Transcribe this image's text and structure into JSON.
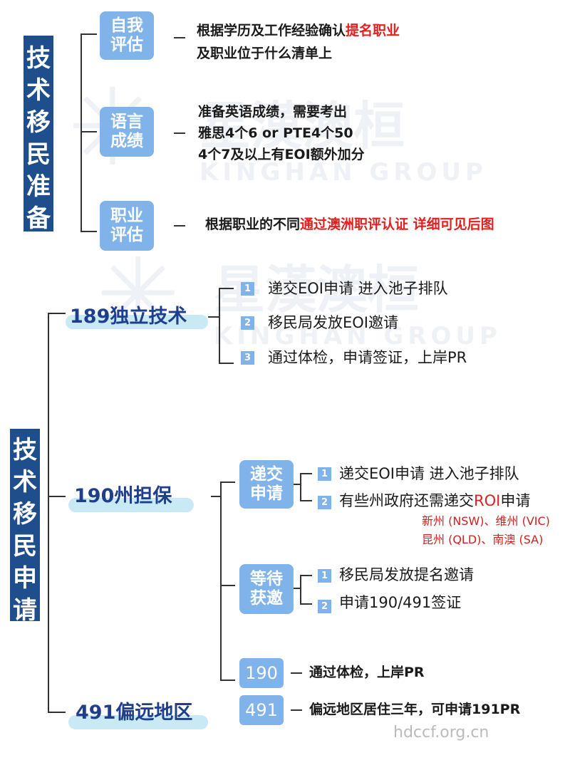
{
  "watermark": {
    "cn": "星漢澳桓",
    "en": "KINGHAN GROUP"
  },
  "section1": {
    "title_chars": [
      "技",
      "术",
      "移",
      "民",
      "准",
      "备"
    ],
    "items": [
      {
        "label_lines": [
          "自我",
          "评估"
        ],
        "text_line1_a": "根据学历及工作经验确认",
        "text_line1_b": "提名职业",
        "text_line2": "及职业位于什么清单上"
      },
      {
        "label_lines": [
          "语言",
          "成绩"
        ],
        "text_line1": "准备英语成绩，需要考出",
        "text_line2": "雅思4个6 or PTE4个50",
        "text_line3": "4个7及以上有EOI额外加分"
      },
      {
        "label_lines": [
          "职业",
          "评估"
        ],
        "text_a": "根据职业的不同",
        "text_b": "通过澳洲职评认证 详细可见后图"
      }
    ]
  },
  "section2": {
    "title_chars": [
      "技",
      "术",
      "移",
      "民",
      "申",
      "请"
    ],
    "visa189": {
      "label": "189独立技术",
      "steps": [
        {
          "num": "1",
          "text": "递交EOI申请 进入池子排队"
        },
        {
          "num": "2",
          "text": "移民局发放EOI邀请"
        },
        {
          "num": "3",
          "text": "通过体检，申请签证，上岸PR"
        }
      ]
    },
    "visa190": {
      "label": "190州担保",
      "group1": {
        "label_lines": [
          "递交",
          "申请"
        ],
        "step1": {
          "num": "1",
          "text": "递交EOI申请 进入池子排队"
        },
        "step2": {
          "num": "2",
          "text_a": "有些州政府还需递交",
          "text_b": "ROI",
          "text_c": "申请"
        },
        "note_line1": "新州 (NSW)、维州 (VIC)",
        "note_line2": "昆州 (QLD)、南澳 (SA)"
      },
      "group2": {
        "label_lines": [
          "等待",
          "获邀"
        ],
        "steps": [
          {
            "num": "1",
            "text": "移民局发放提名邀请"
          },
          {
            "num": "2",
            "text": "申请190/491签证"
          }
        ]
      },
      "final": {
        "badge": "190",
        "text": "通过体检，上岸PR"
      }
    },
    "visa491": {
      "label": "491偏远地区",
      "badge": "491",
      "text": "偏远地区居住三年，可申请191PR"
    }
  },
  "footer": "hdccf.org.cn",
  "colors": {
    "navy": "#1f4e8c",
    "light_blue": "#7fb3ea",
    "red": "#e02020",
    "highlight": "#c9e9f4"
  }
}
